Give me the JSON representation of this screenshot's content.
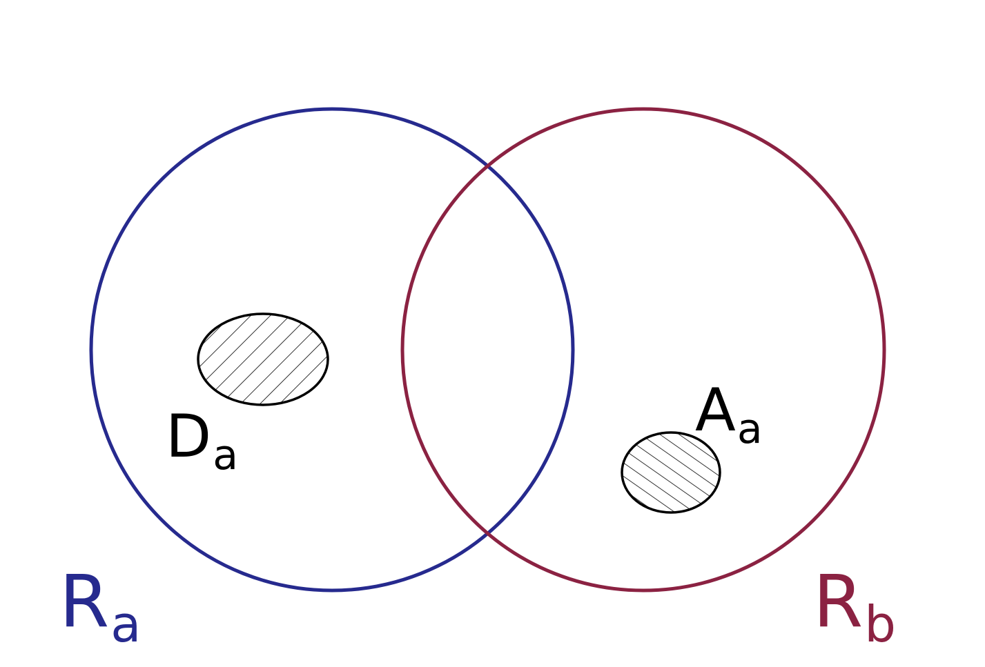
{
  "colors": {
    "background": "#ffffff",
    "set_a": "#262a8e",
    "set_b": "#8b2242",
    "region": "#000000"
  },
  "sets": [
    {
      "id": "Ra",
      "label": "R",
      "subscript": "a",
      "color": "#262a8e"
    },
    {
      "id": "Rb",
      "label": "R",
      "subscript": "b",
      "color": "#8b2242"
    }
  ],
  "regions": [
    {
      "id": "Da",
      "label": "D",
      "subscript": "a",
      "within": "Ra",
      "fill": "diagonal-hatch"
    },
    {
      "id": "Aa",
      "label": "A",
      "subscript": "a",
      "within": "Rb",
      "fill": "diagonal-hatch"
    }
  ]
}
